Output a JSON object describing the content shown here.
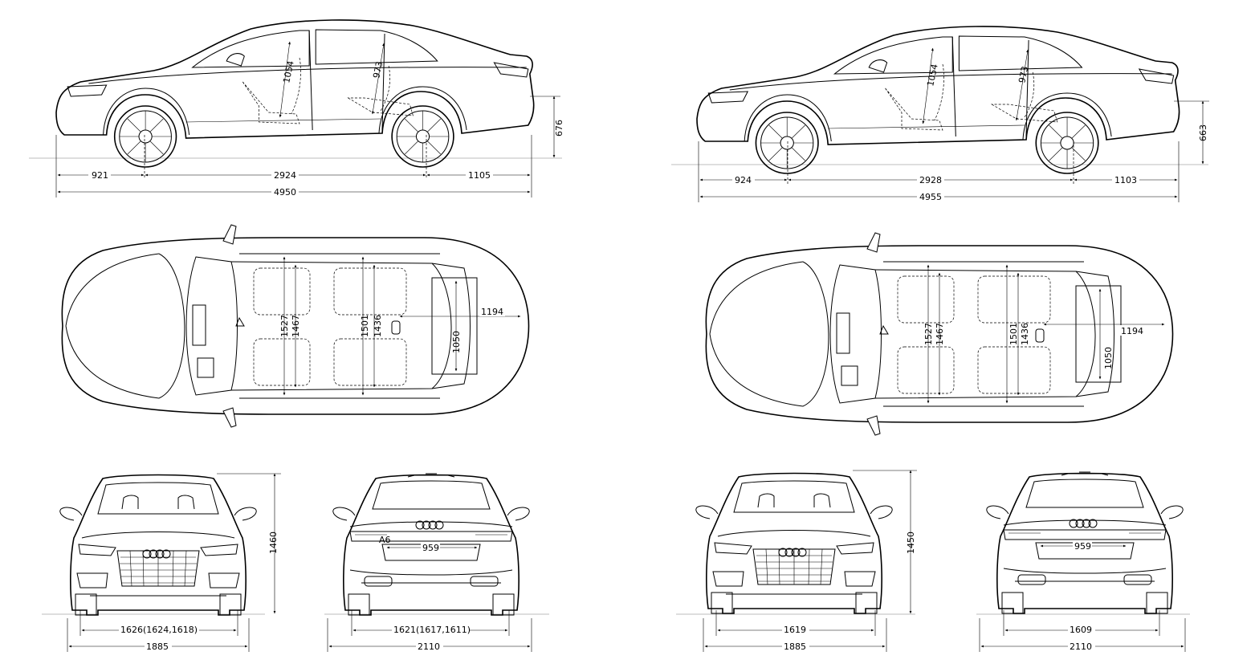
{
  "a6_sedan": {
    "side": {
      "front_overhang": "921",
      "wheelbase": "2924",
      "rear_overhang": "1105",
      "length": "4950",
      "rear_height": "676",
      "front_headroom": "1054",
      "rear_headroom": "973"
    },
    "top": {
      "front_elbow": "1527",
      "front_shoulder": "1467",
      "rear_elbow": "1501",
      "rear_shoulder": "1436",
      "boot_length": "1194",
      "boot_width": "1050"
    },
    "front": {
      "track": "1626(1624,1618)",
      "width": "1885",
      "height": "1460"
    },
    "rear": {
      "track": "1621(1617,1611)",
      "width": "2110",
      "loadsill": "959",
      "badge": "A6"
    }
  },
  "s6_sedan": {
    "side": {
      "front_overhang": "924",
      "wheelbase": "2928",
      "rear_overhang": "1103",
      "length": "4955",
      "rear_height": "663",
      "front_headroom": "1054",
      "rear_headroom": "973"
    },
    "top": {
      "front_elbow": "1527",
      "front_shoulder": "1467",
      "rear_elbow": "1501",
      "rear_shoulder": "1436",
      "boot_length": "1194",
      "boot_width": "1050"
    },
    "front": {
      "track": "1619",
      "width": "1885",
      "height": "1450"
    },
    "rear": {
      "track": "1609",
      "width": "2110",
      "loadsill": "959"
    }
  }
}
